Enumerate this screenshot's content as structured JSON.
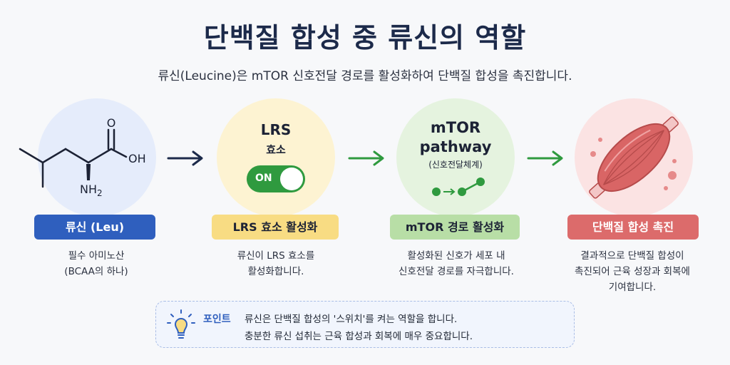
{
  "title": "단백질 합성 중 류신의 역할",
  "subtitle": "류신(Leucine)은 mTOR 신호전달 경로를 활성화하여 단백질 합성을 촉진합니다.",
  "steps": [
    {
      "molecule": {
        "oh": "OH",
        "o": "O",
        "nh2": "NH",
        "nh2_sub": "2"
      },
      "label": "류신 (Leu)",
      "desc_lines": [
        "필수 아미노산",
        "(BCAA의 하나)"
      ]
    },
    {
      "title": "LRS",
      "subtitle": "효소",
      "toggle": "ON",
      "label": "LRS 효소 활성화",
      "desc_lines": [
        "류신이 LRS 효소를",
        "활성화합니다."
      ]
    },
    {
      "title_lines": [
        "mTOR",
        "pathway"
      ],
      "subtitle": "(신호전달체계)",
      "label": "mTOR 경로 활성화",
      "desc_lines": [
        "활성화된 신호가 세포 내",
        "신호전달 경로를 자극합니다."
      ]
    },
    {
      "label": "단백질 합성 촉진",
      "desc_lines": [
        "결과적으로 단백질 합성이",
        "촉진되어 근육 성장과 회복에",
        "기여합니다."
      ]
    }
  ],
  "tip": {
    "label": "포인트",
    "lines": [
      "류신은 단백질 합성의 '스위치'를 켜는 역할을 합니다.",
      "충분한 류신 섭취는 근육 합성과 회복에 매우 중요합니다."
    ]
  },
  "colors": {
    "leu": "#2f5fbe",
    "lrs": "#f8dc83",
    "mtor": "#b8dea6",
    "synthesis": "#dc6b6b",
    "arrow_blue": "#1c2a4a",
    "arrow_green": "#2f9a3f"
  },
  "icons": [
    "leucine-structure-icon",
    "toggle-switch-icon",
    "pathway-nodes-icon",
    "muscle-icon",
    "lightbulb-icon",
    "arrow-right-icon"
  ]
}
